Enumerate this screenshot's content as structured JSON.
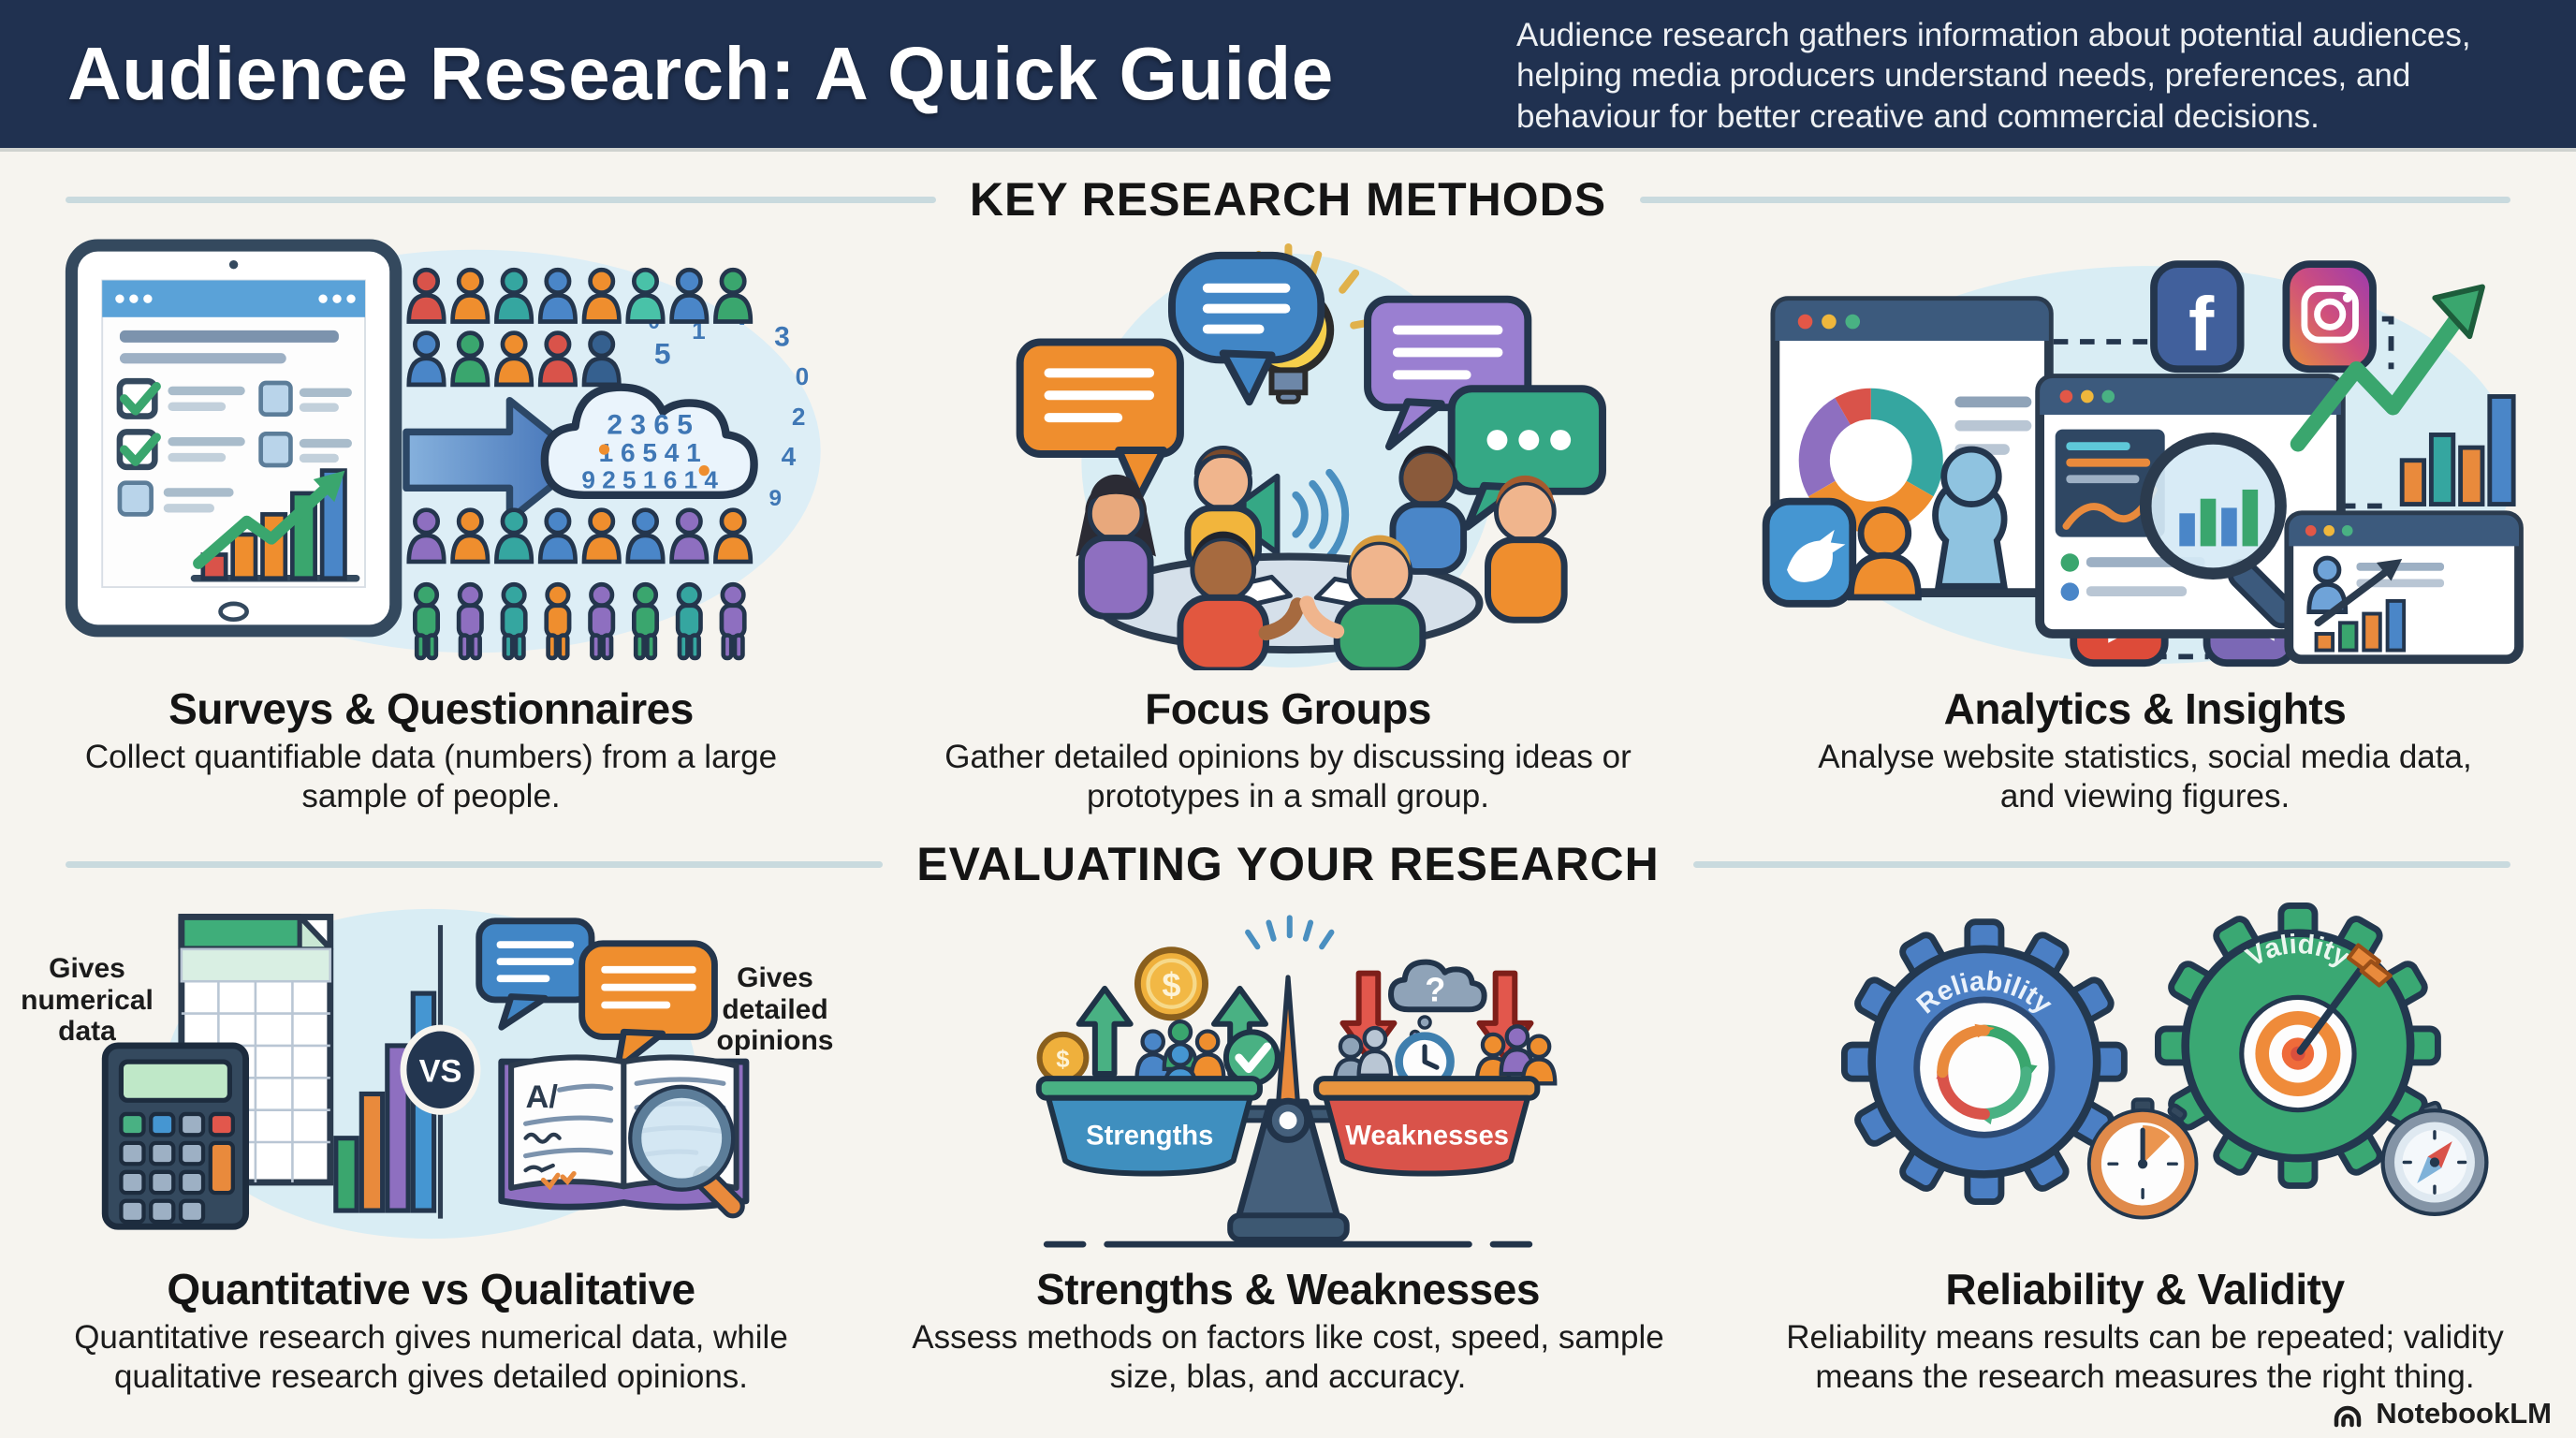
{
  "header": {
    "title": "Audience Research: A Quick Guide",
    "description": "Audience research gathers information about potential audiences, helping media producers understand needs, preferences, and behaviour for better creative and commercial decisions."
  },
  "sections": {
    "methods": {
      "heading": "KEY RESEARCH METHODS"
    },
    "evaluating": {
      "heading": "EVALUATING YOUR RESEARCH"
    }
  },
  "cards": {
    "surveys": {
      "title": "Surveys & Questionnaires",
      "description": "Collect quantifiable data (numbers) from a large sample of people.",
      "cloud_number_lines": [
        "2 3 6 5",
        "1 6 5 4 1",
        "9 2 5 1 6 1 4"
      ],
      "scatter_numbers": [
        "5",
        "1",
        "?",
        "3",
        "0",
        "2",
        "4",
        "9",
        "0"
      ]
    },
    "focus_groups": {
      "title": "Focus Groups",
      "description": "Gather detailed opinions by discussing ideas or prototypes in a small group."
    },
    "analytics": {
      "title": "Analytics & Insights",
      "description": "Analyse website statistics, social media data, and viewing figures.",
      "facebook_glyph": "f"
    },
    "quant_vs_qual": {
      "title": "Quantitative vs Qualitative",
      "description": "Quantitative research gives numerical data, while qualitative research gives detailed opinions.",
      "left_label": "Gives numerical data",
      "right_label": "Gives detailed opinions",
      "vs_label": "VS",
      "book_marking": "A/"
    },
    "strengths_weaknesses": {
      "title": "Strengths & Weaknesses",
      "description": "Assess methods on factors like cost, speed, sample size, blas, and accuracy.",
      "left_pan_label": "Strengths",
      "right_pan_label": "Weaknesses",
      "coin_glyph": "$",
      "cloud_glyph": "?"
    },
    "reliability_validity": {
      "title": "Reliability & Validity",
      "description": "Reliability means results can be repeated; validity means the research measures the right thing.",
      "gear_left_label": "Reliability",
      "gear_right_label": "Validity"
    }
  },
  "watermark": {
    "label": "NotebookLM"
  },
  "colors": {
    "header_bg": "#203150",
    "page_bg": "#f6f4ef",
    "divider": "#c9dade",
    "navy_outline": "#24364d",
    "accent_blue": "#4186c6",
    "accent_teal": "#35a6a0",
    "accent_green": "#3aa66e",
    "accent_orange": "#ef8e2e",
    "accent_red": "#d9534a",
    "accent_purple": "#8e6fc0",
    "pan_strengths": "#3f8fbf",
    "pan_weaknesses": "#d9534a",
    "gear_reliability": "#4b7fc4",
    "gear_validity": "#3aa873",
    "light_blob": "#d9edf4"
  }
}
